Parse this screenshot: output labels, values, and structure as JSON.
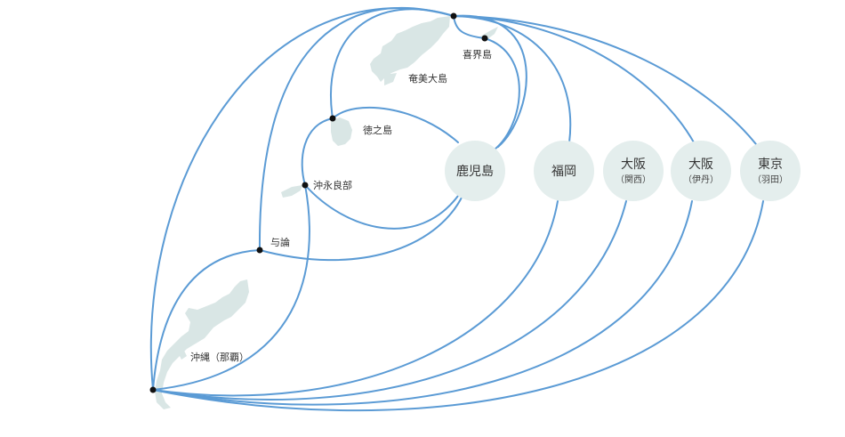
{
  "places": {
    "amami": "奄美大島",
    "kikai": "喜界島",
    "tokunoshima": "徳之島",
    "okinoerabu": "沖永良部",
    "yoron": "与論",
    "okinawa": "沖縄（那覇）"
  },
  "hubs": {
    "kagoshima": {
      "name": "鹿児島",
      "sub": ""
    },
    "fukuoka": {
      "name": "福岡",
      "sub": ""
    },
    "osaka_kansai": {
      "name": "大阪",
      "sub": "（関西）"
    },
    "osaka_itami": {
      "name": "大阪",
      "sub": "（伊丹）"
    },
    "tokyo": {
      "name": "東京",
      "sub": "（羽田）"
    }
  },
  "colors": {
    "route": "#5b9bd5",
    "island": "#d9e6e5",
    "hub": "#e4eeed",
    "node": "#111111"
  }
}
